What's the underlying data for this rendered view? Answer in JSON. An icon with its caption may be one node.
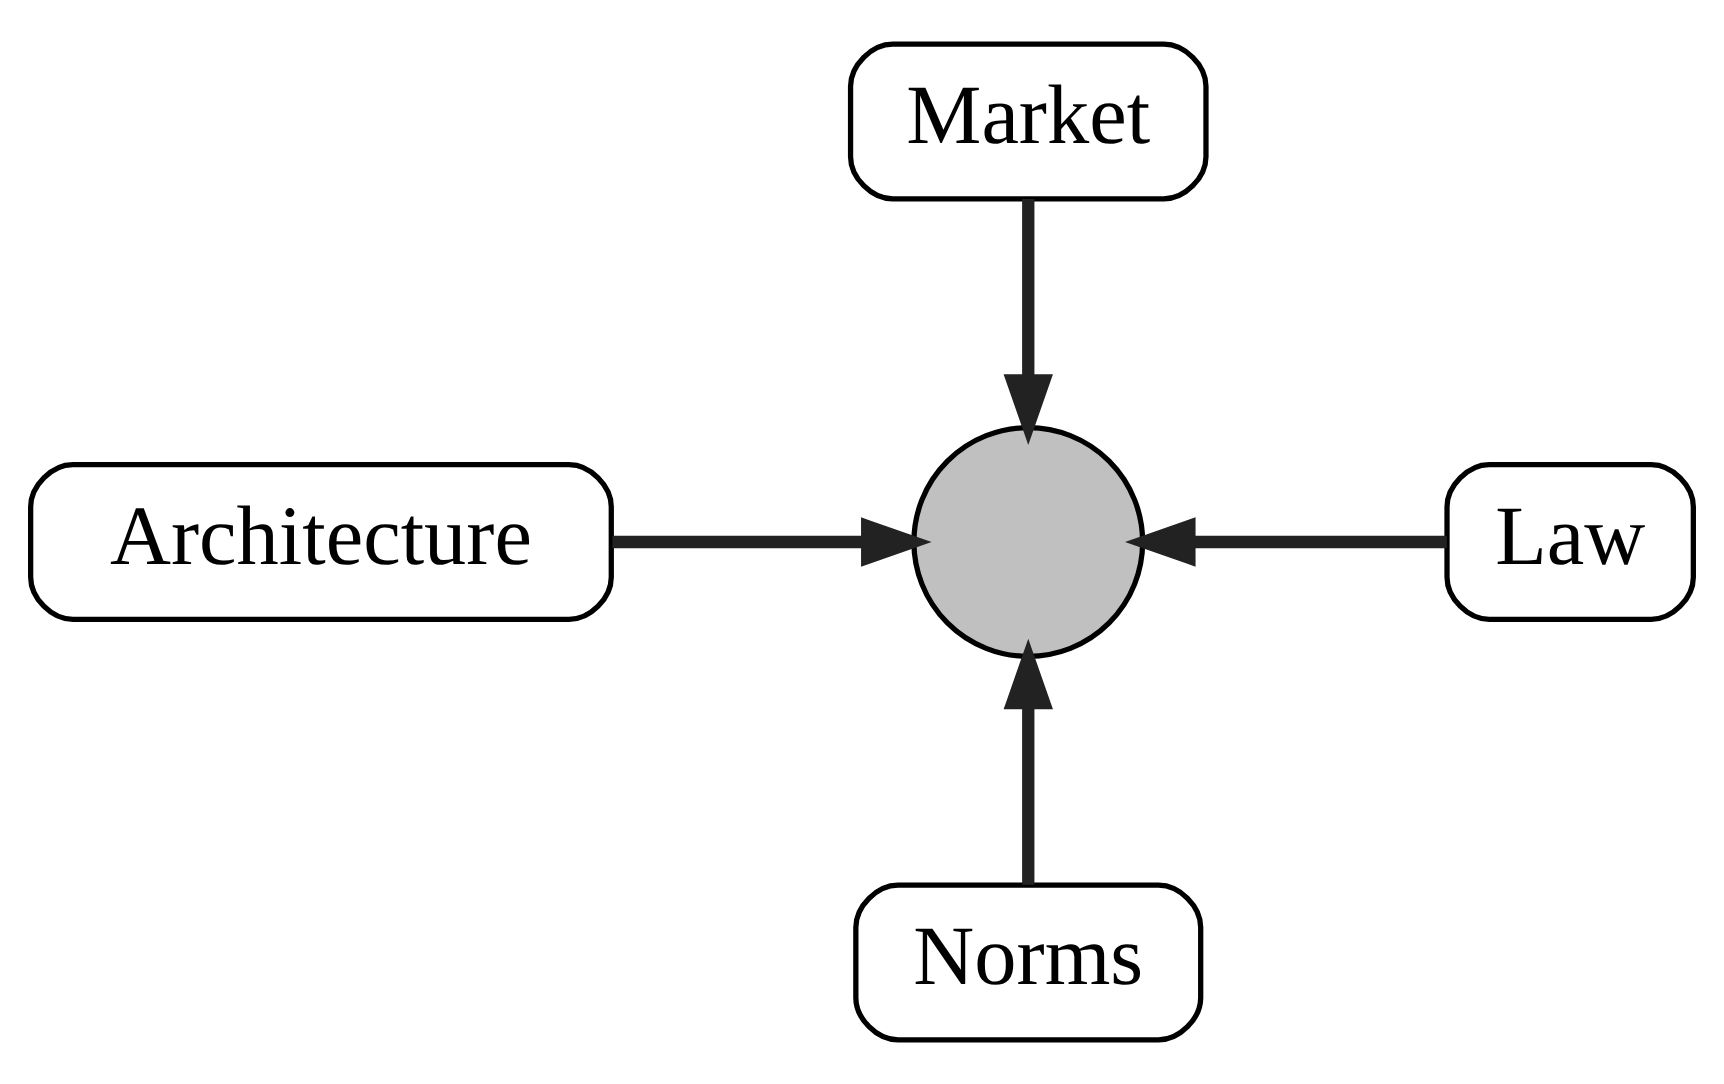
{
  "diagram": {
    "nodes": [
      {
        "text": [
          "Market"
        ]
      },
      {
        "text": [
          "Architecture"
        ]
      },
      {
        "text": [],
        "shape": "circle"
      },
      {
        "text": [
          "Law"
        ]
      },
      {
        "text": [
          "Norms"
        ]
      }
    ],
    "edges": [
      {
        "from": 0,
        "to": 2,
        "arrow": "to"
      },
      {
        "from": 1,
        "to": 2,
        "arrow": "to"
      },
      {
        "from": 3,
        "to": 2,
        "arrow": "to"
      },
      {
        "from": 4,
        "to": 2,
        "arrow": "to"
      }
    ]
  }
}
